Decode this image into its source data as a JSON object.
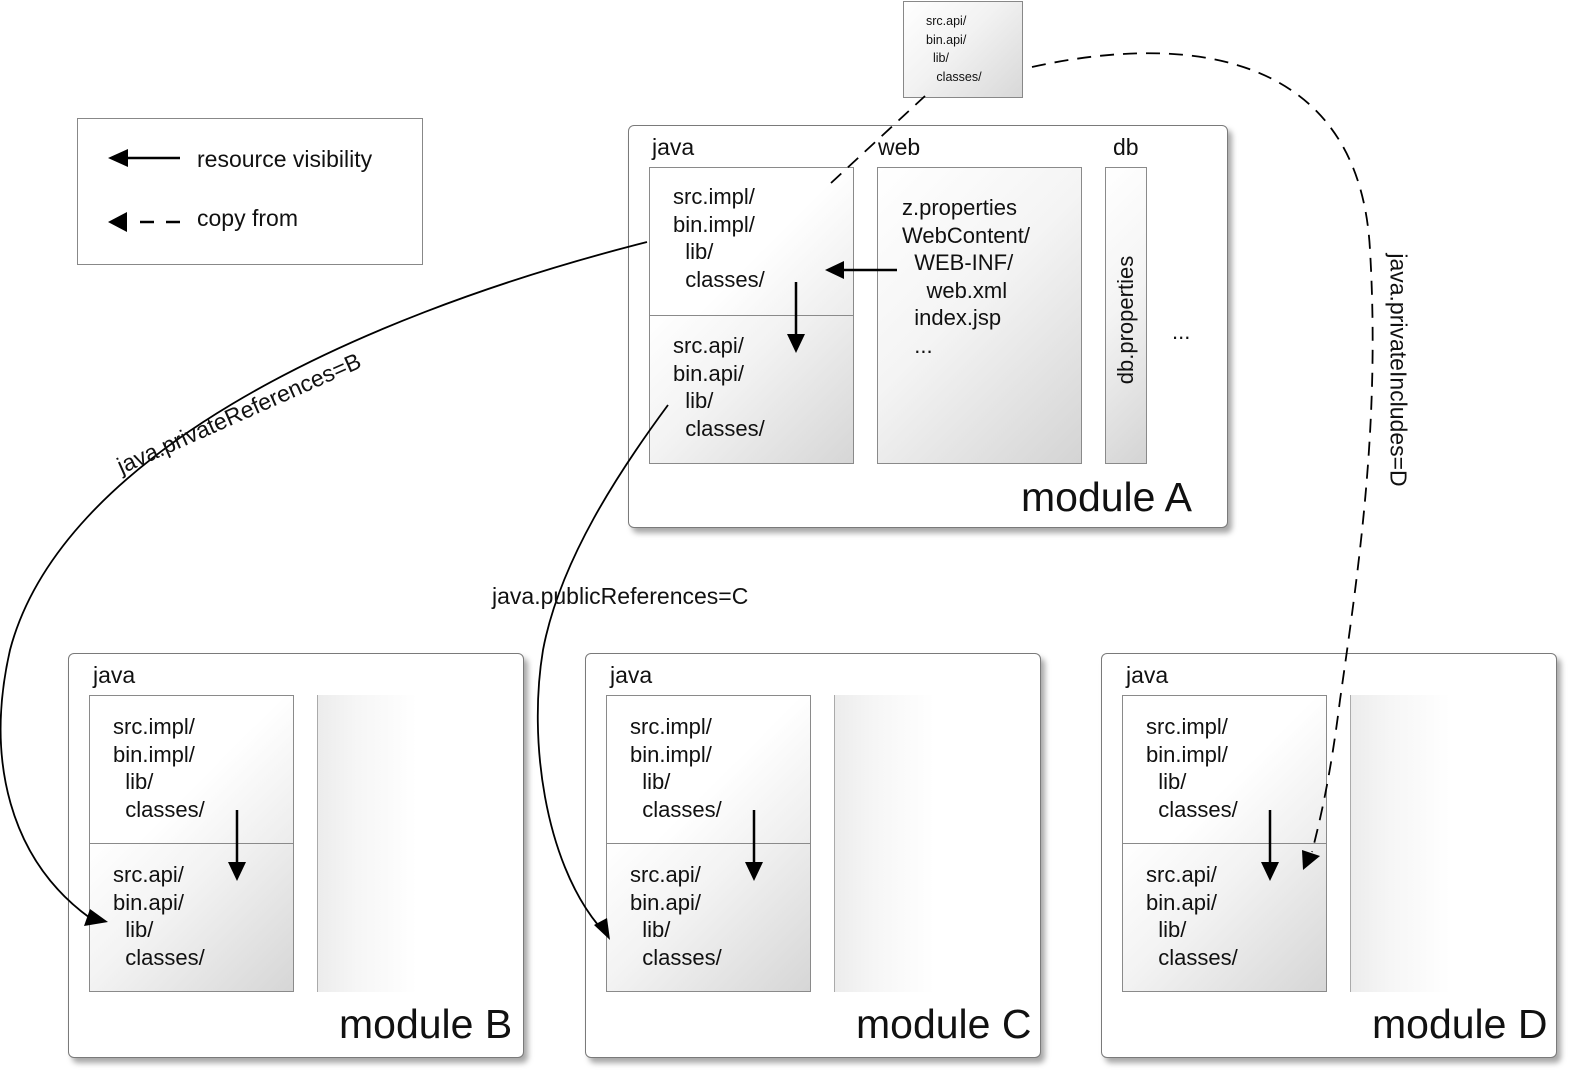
{
  "legend": {
    "solid": "resource visibility",
    "dashed": "copy from"
  },
  "top_box": {
    "lines": [
      "src.api/",
      "bin.api/",
      "  lib/",
      "   classes/"
    ]
  },
  "module_a": {
    "title": "module A",
    "java_label": "java",
    "web_label": "web",
    "db_label": "db",
    "impl_lines": [
      "src.impl/",
      "bin.impl/",
      "  lib/",
      "  classes/"
    ],
    "api_lines": [
      "src.api/",
      "bin.api/",
      "  lib/",
      "  classes/"
    ],
    "web_lines": [
      "z.properties",
      "WebContent/",
      "  WEB-INF/",
      "    web.xml",
      "  index.jsp",
      "  ..."
    ],
    "db_text": "db.properties",
    "more": "..."
  },
  "modules": [
    {
      "title": "module B",
      "java_label": "java",
      "impl_lines": [
        "src.impl/",
        "bin.impl/",
        "  lib/",
        "  classes/"
      ],
      "api_lines": [
        "src.api/",
        "bin.api/",
        "  lib/",
        "  classes/"
      ]
    },
    {
      "title": "module C",
      "java_label": "java",
      "impl_lines": [
        "src.impl/",
        "bin.impl/",
        "  lib/",
        "  classes/"
      ],
      "api_lines": [
        "src.api/",
        "bin.api/",
        "  lib/",
        "  classes/"
      ]
    },
    {
      "title": "module D",
      "java_label": "java",
      "impl_lines": [
        "src.impl/",
        "bin.impl/",
        "  lib/",
        "  classes/"
      ],
      "api_lines": [
        "src.api/",
        "bin.api/",
        "  lib/",
        "  classes/"
      ]
    }
  ],
  "edges": {
    "private_references": "java.privateReferences=B",
    "public_references": "java.publicReferences=C",
    "private_includes": "java.privateIncludes=D"
  }
}
